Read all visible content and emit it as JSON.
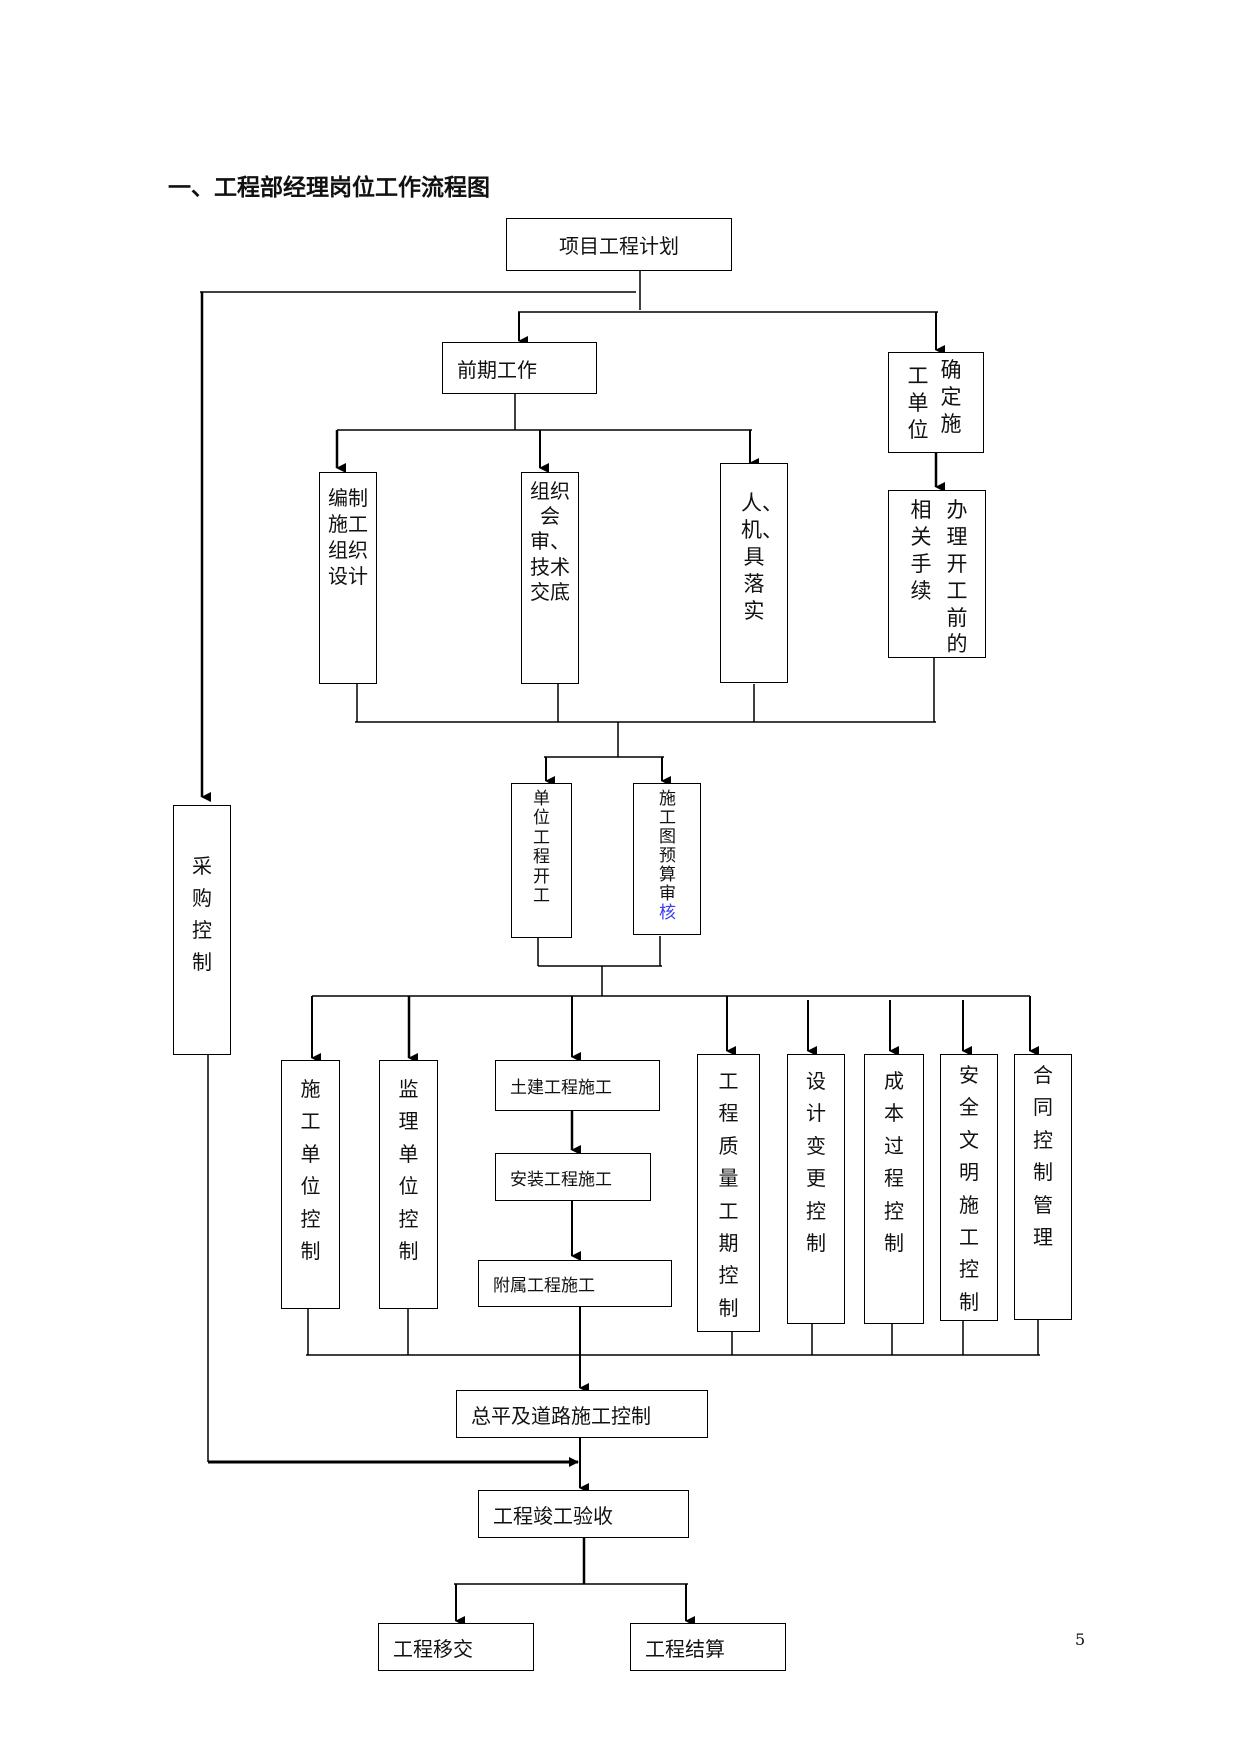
{
  "heading": "一、工程部经理岗位工作流程图",
  "page_number": "5",
  "nodes": {
    "project_plan": "项目工程计划",
    "preliminary_work": "前期工作",
    "confirm_contractor": "确定施工单位",
    "construction_design": "编制施工组织设计",
    "review_disclosure": "组织会审、技术交底",
    "resources": "人、机、具落实",
    "start_procedures": "办理开工前的相关手续",
    "procurement": "采购控制",
    "unit_start": "单位工程开工",
    "budget_review_main": "施工图预算审",
    "budget_review_last": "核",
    "contractor_control": "施工单位控制",
    "supervisor_control": "监理单位控制",
    "civil_works": "土建工程施工",
    "installation_works": "安装工程施工",
    "ancillary_works": "附属工程施工",
    "quality_schedule": "工程质量工期控制",
    "design_change": "设计变更控制",
    "cost_process": "成本过程控制",
    "safety_civilized": "安全文明施工控制",
    "contract_management": "合同控制管理",
    "site_road": "总平及道路施工控制",
    "completion_acceptance": "工程竣工验收",
    "handover": "工程移交",
    "settlement": "工程结算"
  }
}
